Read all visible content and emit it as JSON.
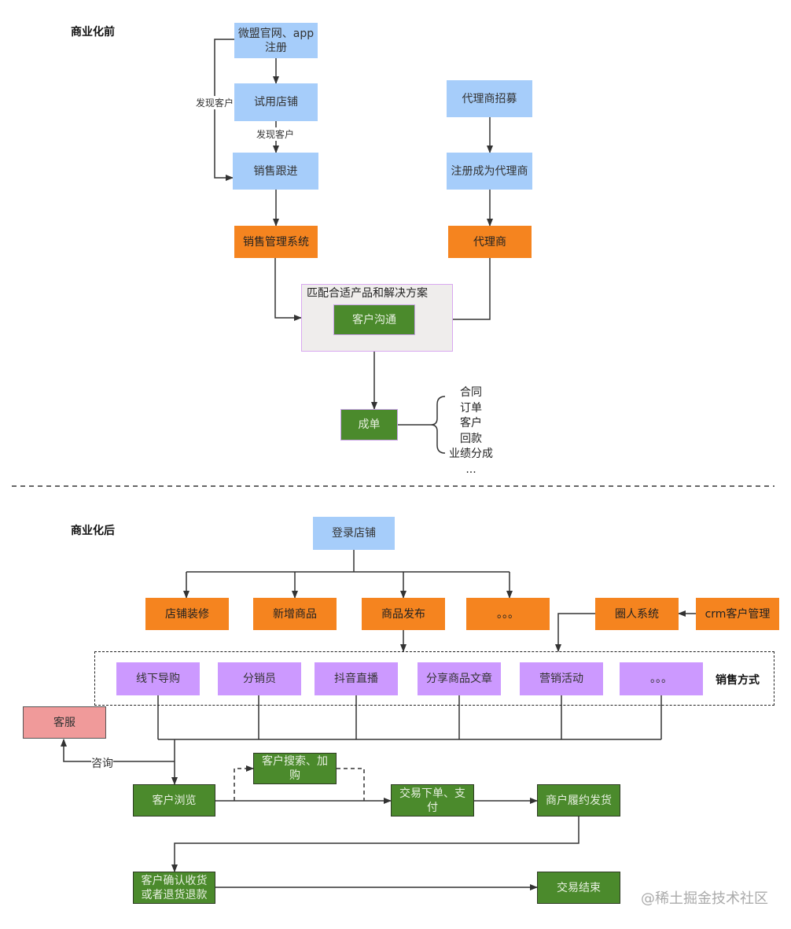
{
  "before": {
    "title": "商业化前",
    "register": "微盟官网、app注册",
    "trial_store": "试用店铺",
    "sales_follow": "销售跟进",
    "sales_system": "销售管理系统",
    "agent_recruit": "代理商招募",
    "agent_register": "注册成为代理商",
    "agent": "代理商",
    "group_label": "匹配合适产品和解决方案",
    "communicate": "客户沟通",
    "deal": "成单",
    "edge_find_customer_1": "发现客户",
    "edge_find_customer_2": "发现客户",
    "deal_items": [
      "合同",
      "订单",
      "客户",
      "回款",
      "业绩分成",
      "..."
    ]
  },
  "after": {
    "title": "商业化后",
    "login": "登录店铺",
    "features": [
      "店铺装修",
      "新增商品",
      "商品发布",
      "。。。"
    ],
    "circle_system": "圈人系统",
    "crm": "crm客户管理",
    "sales_methods": [
      "线下导购",
      "分销员",
      "抖音直播",
      "分享商品文章",
      "营销活动",
      "。。。"
    ],
    "sales_methods_label": "销售方式",
    "service": "客服",
    "consult": "咨询",
    "browse": "客户浏览",
    "search_cart": "客户搜索、加购",
    "order_pay": "交易下单、支付",
    "ship": "商户履约发货",
    "confirm": "客户确认收货或者退货退款",
    "end": "交易结束"
  },
  "watermark": "@稀土掘金技术社区",
  "colors": {
    "blue": "#a6cdfa",
    "orange": "#f5841f",
    "green": "#4b8a2c",
    "purple": "#cc99ff",
    "pink": "#f09a9a"
  }
}
